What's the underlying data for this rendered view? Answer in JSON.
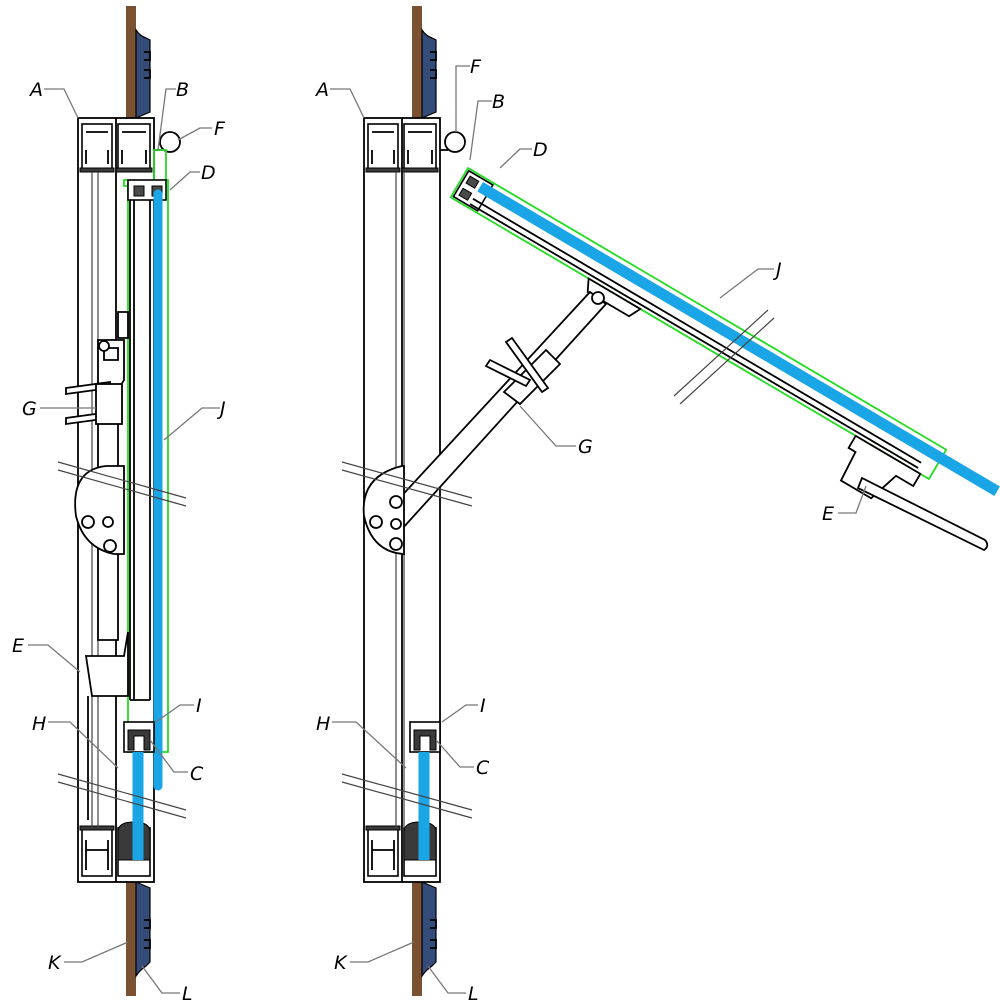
{
  "left_view": {
    "labels": [
      "A",
      "B",
      "F",
      "D",
      "G",
      "J",
      "E",
      "I",
      "H",
      "C",
      "K",
      "L"
    ]
  },
  "right_view": {
    "labels": [
      "A",
      "F",
      "B",
      "D",
      "J",
      "G",
      "E",
      "I",
      "H",
      "C",
      "K",
      "L"
    ]
  },
  "colors": {
    "glass": "#1aa5e6",
    "seal_outline": "#22dd22",
    "wall": "#7a5232",
    "trim": "#354b7a",
    "gasket": "#4a4a4a"
  }
}
